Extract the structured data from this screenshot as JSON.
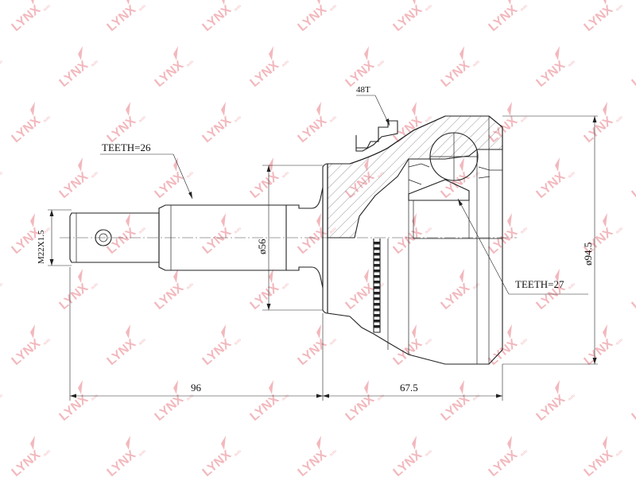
{
  "labels": {
    "teeth_shaft": "TEETH=26",
    "teeth_inner": "TEETH=27",
    "abs_teeth": "48T",
    "thread": "M22X1.5",
    "shaft_diameter": "ø56",
    "body_diameter": "ø94.5",
    "shaft_length": "96",
    "body_length": "67.5"
  },
  "watermark": {
    "brand": "LYNX",
    "sub": "auto",
    "color": "#f2b8bd"
  }
}
